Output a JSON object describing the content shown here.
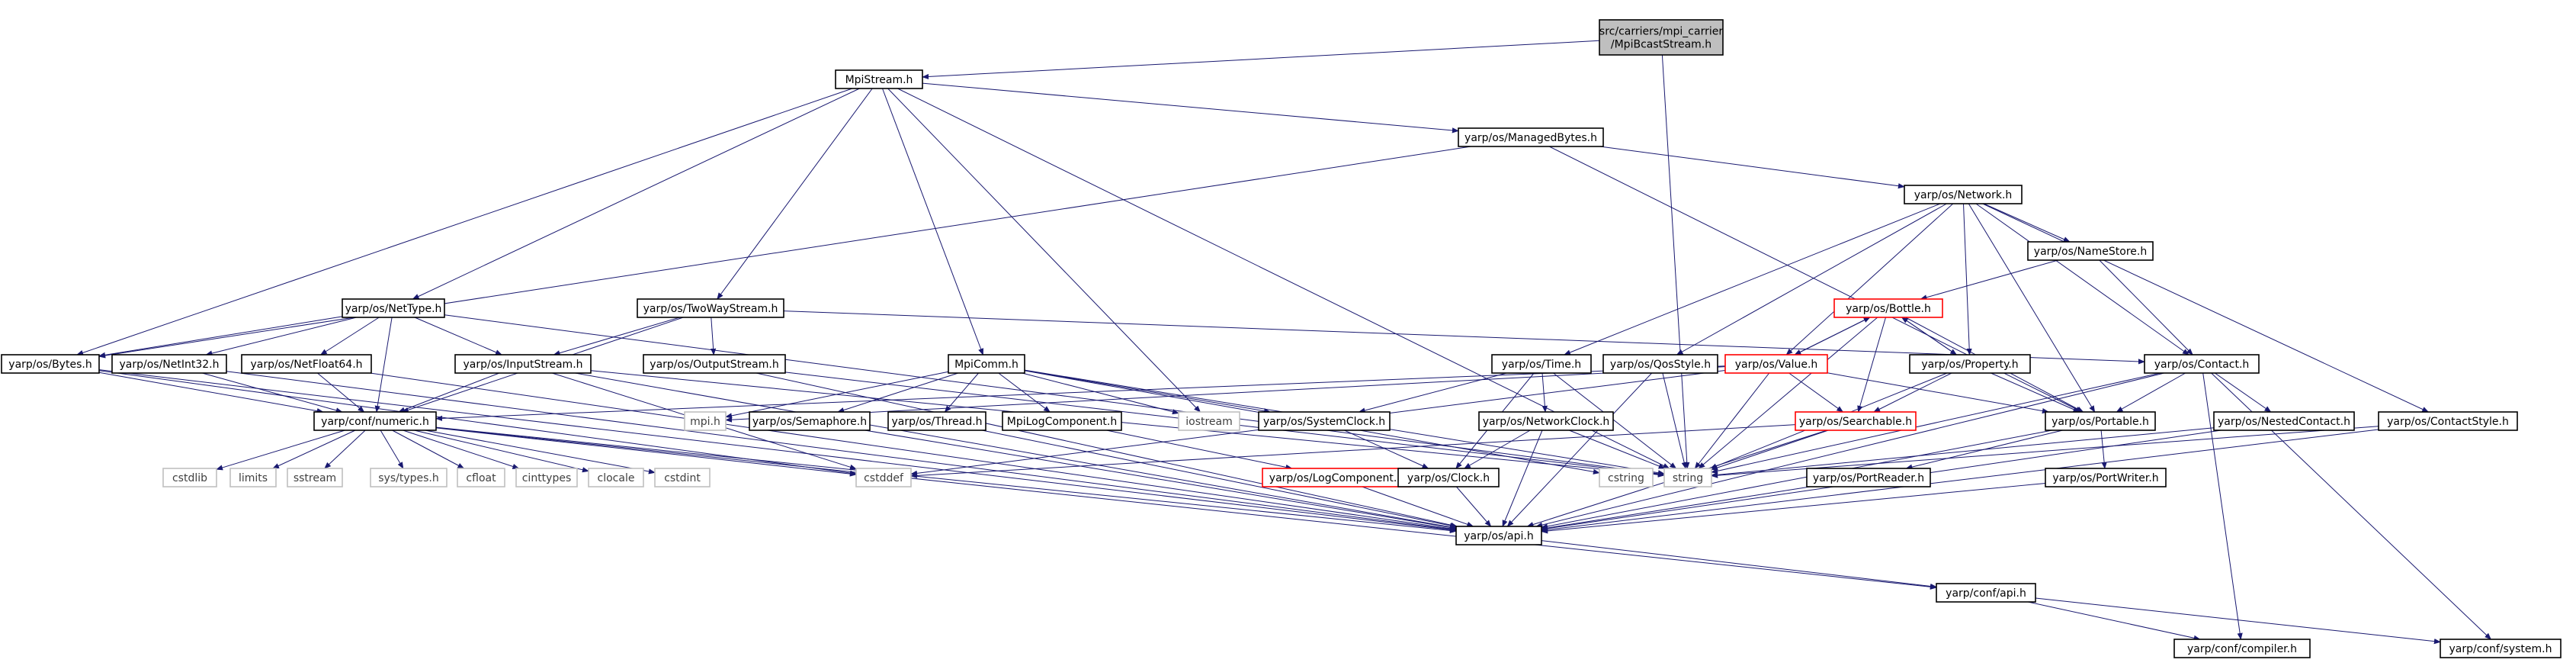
{
  "colors": {
    "edge": "#191970",
    "root_fill": "#bfbfbf",
    "node_fill": "#ffffff",
    "node_stroke": "#000000",
    "system_stroke": "#bfbfbf",
    "system_text": "#404040",
    "truncated_stroke": "#ff0000"
  },
  "nodes": [
    {
      "id": "root",
      "lines": [
        "src/carriers/mpi_carrier",
        "/MpiBcastStream.h"
      ],
      "kind": "root"
    },
    {
      "id": "mpistream",
      "lines": [
        "MpiStream.h"
      ],
      "kind": "normal"
    },
    {
      "id": "managed",
      "lines": [
        "yarp/os/ManagedBytes.h"
      ],
      "kind": "normal"
    },
    {
      "id": "network",
      "lines": [
        "yarp/os/Network.h"
      ],
      "kind": "normal"
    },
    {
      "id": "namestore",
      "lines": [
        "yarp/os/NameStore.h"
      ],
      "kind": "normal"
    },
    {
      "id": "bottle",
      "lines": [
        "yarp/os/Bottle.h"
      ],
      "kind": "truncated"
    },
    {
      "id": "nettype",
      "lines": [
        "yarp/os/NetType.h"
      ],
      "kind": "normal"
    },
    {
      "id": "twoway",
      "lines": [
        "yarp/os/TwoWayStream.h"
      ],
      "kind": "normal"
    },
    {
      "id": "bytes",
      "lines": [
        "yarp/os/Bytes.h"
      ],
      "kind": "normal"
    },
    {
      "id": "netint32",
      "lines": [
        "yarp/os/NetInt32.h"
      ],
      "kind": "normal"
    },
    {
      "id": "netfloat64",
      "lines": [
        "yarp/os/NetFloat64.h"
      ],
      "kind": "normal"
    },
    {
      "id": "inputstream",
      "lines": [
        "yarp/os/InputStream.h"
      ],
      "kind": "normal"
    },
    {
      "id": "outputstream",
      "lines": [
        "yarp/os/OutputStream.h"
      ],
      "kind": "normal"
    },
    {
      "id": "mpicomm",
      "lines": [
        "MpiComm.h"
      ],
      "kind": "normal"
    },
    {
      "id": "time",
      "lines": [
        "yarp/os/Time.h"
      ],
      "kind": "normal"
    },
    {
      "id": "qosstyle",
      "lines": [
        "yarp/os/QosStyle.h"
      ],
      "kind": "normal"
    },
    {
      "id": "value",
      "lines": [
        "yarp/os/Value.h"
      ],
      "kind": "truncated"
    },
    {
      "id": "property",
      "lines": [
        "yarp/os/Property.h"
      ],
      "kind": "normal"
    },
    {
      "id": "contact",
      "lines": [
        "yarp/os/Contact.h"
      ],
      "kind": "normal"
    },
    {
      "id": "numeric",
      "lines": [
        "yarp/conf/numeric.h"
      ],
      "kind": "normal"
    },
    {
      "id": "mpih",
      "lines": [
        "mpi.h"
      ],
      "kind": "system"
    },
    {
      "id": "semaphore",
      "lines": [
        "yarp/os/Semaphore.h"
      ],
      "kind": "normal"
    },
    {
      "id": "thread",
      "lines": [
        "yarp/os/Thread.h"
      ],
      "kind": "normal"
    },
    {
      "id": "mpilog",
      "lines": [
        "MpiLogComponent.h"
      ],
      "kind": "normal"
    },
    {
      "id": "iostream",
      "lines": [
        "iostream"
      ],
      "kind": "system"
    },
    {
      "id": "sysclock",
      "lines": [
        "yarp/os/SystemClock.h"
      ],
      "kind": "normal"
    },
    {
      "id": "netclock",
      "lines": [
        "yarp/os/NetworkClock.h"
      ],
      "kind": "normal"
    },
    {
      "id": "searchable",
      "lines": [
        "yarp/os/Searchable.h"
      ],
      "kind": "truncated"
    },
    {
      "id": "portable",
      "lines": [
        "yarp/os/Portable.h"
      ],
      "kind": "normal"
    },
    {
      "id": "nested",
      "lines": [
        "yarp/os/NestedContact.h"
      ],
      "kind": "normal"
    },
    {
      "id": "contactstyle",
      "lines": [
        "yarp/os/ContactStyle.h"
      ],
      "kind": "normal"
    },
    {
      "id": "cstdlib",
      "lines": [
        "cstdlib"
      ],
      "kind": "system"
    },
    {
      "id": "limits",
      "lines": [
        "limits"
      ],
      "kind": "system"
    },
    {
      "id": "sstream",
      "lines": [
        "sstream"
      ],
      "kind": "system"
    },
    {
      "id": "systypes",
      "lines": [
        "sys/types.h"
      ],
      "kind": "system"
    },
    {
      "id": "cfloat",
      "lines": [
        "cfloat"
      ],
      "kind": "system"
    },
    {
      "id": "cinttypes",
      "lines": [
        "cinttypes"
      ],
      "kind": "system"
    },
    {
      "id": "clocale",
      "lines": [
        "clocale"
      ],
      "kind": "system"
    },
    {
      "id": "cstdint",
      "lines": [
        "cstdint"
      ],
      "kind": "system"
    },
    {
      "id": "cstddef",
      "lines": [
        "cstddef"
      ],
      "kind": "system"
    },
    {
      "id": "logcomp",
      "lines": [
        "yarp/os/LogComponent.h"
      ],
      "kind": "truncated"
    },
    {
      "id": "clock",
      "lines": [
        "yarp/os/Clock.h"
      ],
      "kind": "normal"
    },
    {
      "id": "cstring",
      "lines": [
        "cstring"
      ],
      "kind": "system"
    },
    {
      "id": "string",
      "lines": [
        "string"
      ],
      "kind": "system"
    },
    {
      "id": "portreader",
      "lines": [
        "yarp/os/PortReader.h"
      ],
      "kind": "normal"
    },
    {
      "id": "portwriter",
      "lines": [
        "yarp/os/PortWriter.h"
      ],
      "kind": "normal"
    },
    {
      "id": "api",
      "lines": [
        "yarp/os/api.h"
      ],
      "kind": "normal"
    },
    {
      "id": "confapi",
      "lines": [
        "yarp/conf/api.h"
      ],
      "kind": "normal"
    },
    {
      "id": "compiler",
      "lines": [
        "yarp/conf/compiler.h"
      ],
      "kind": "normal"
    },
    {
      "id": "system",
      "lines": [
        "yarp/conf/system.h"
      ],
      "kind": "normal"
    }
  ],
  "edges": [
    [
      "root",
      "mpistream"
    ],
    [
      "root",
      "string"
    ],
    [
      "mpistream",
      "managed"
    ],
    [
      "mpistream",
      "nettype"
    ],
    [
      "mpistream",
      "twoway"
    ],
    [
      "mpistream",
      "bytes"
    ],
    [
      "mpistream",
      "mpicomm"
    ],
    [
      "mpistream",
      "iostream"
    ],
    [
      "mpistream",
      "string"
    ],
    [
      "managed",
      "bytes"
    ],
    [
      "managed",
      "network"
    ],
    [
      "managed",
      "portable"
    ],
    [
      "network",
      "namestore"
    ],
    [
      "network",
      "time"
    ],
    [
      "network",
      "qosstyle"
    ],
    [
      "network",
      "value"
    ],
    [
      "network",
      "property"
    ],
    [
      "network",
      "contact"
    ],
    [
      "network",
      "portable"
    ],
    [
      "network",
      "contactstyle"
    ],
    [
      "namestore",
      "bottle"
    ],
    [
      "namestore",
      "contact"
    ],
    [
      "bottle",
      "searchable"
    ],
    [
      "bottle",
      "value"
    ],
    [
      "bottle",
      "property"
    ],
    [
      "bottle",
      "portable"
    ],
    [
      "bottle",
      "string"
    ],
    [
      "nettype",
      "bytes"
    ],
    [
      "nettype",
      "netint32"
    ],
    [
      "nettype",
      "netfloat64"
    ],
    [
      "nettype",
      "numeric"
    ],
    [
      "nettype",
      "inputstream"
    ],
    [
      "nettype",
      "string"
    ],
    [
      "twoway",
      "inputstream"
    ],
    [
      "twoway",
      "outputstream"
    ],
    [
      "twoway",
      "contact"
    ],
    [
      "twoway",
      "numeric"
    ],
    [
      "bytes",
      "numeric"
    ],
    [
      "bytes",
      "api"
    ],
    [
      "bytes",
      "cstddef"
    ],
    [
      "netint32",
      "numeric"
    ],
    [
      "netint32",
      "api"
    ],
    [
      "netfloat64",
      "numeric"
    ],
    [
      "netfloat64",
      "api"
    ],
    [
      "inputstream",
      "numeric"
    ],
    [
      "inputstream",
      "api"
    ],
    [
      "inputstream",
      "string"
    ],
    [
      "inputstream",
      "cstddef"
    ],
    [
      "outputstream",
      "string"
    ],
    [
      "outputstream",
      "api"
    ],
    [
      "mpicomm",
      "mpih"
    ],
    [
      "mpicomm",
      "semaphore"
    ],
    [
      "mpicomm",
      "thread"
    ],
    [
      "mpicomm",
      "mpilog"
    ],
    [
      "mpicomm",
      "iostream"
    ],
    [
      "mpicomm",
      "sysclock"
    ],
    [
      "mpicomm",
      "string"
    ],
    [
      "mpicomm",
      "cstring"
    ],
    [
      "time",
      "sysclock"
    ],
    [
      "time",
      "netclock"
    ],
    [
      "time",
      "clock"
    ],
    [
      "time",
      "string"
    ],
    [
      "qosstyle",
      "api"
    ],
    [
      "qosstyle",
      "string"
    ],
    [
      "value",
      "searchable"
    ],
    [
      "value",
      "portable"
    ],
    [
      "value",
      "bottle"
    ],
    [
      "value",
      "numeric"
    ],
    [
      "value",
      "mpih"
    ],
    [
      "value",
      "string"
    ],
    [
      "value",
      "cstddef"
    ],
    [
      "property",
      "searchable"
    ],
    [
      "property",
      "portable"
    ],
    [
      "property",
      "bottle"
    ],
    [
      "property",
      "string"
    ],
    [
      "contact",
      "portable"
    ],
    [
      "contact",
      "nested"
    ],
    [
      "contact",
      "api"
    ],
    [
      "contact",
      "string"
    ],
    [
      "contact",
      "compiler"
    ],
    [
      "contact",
      "system"
    ],
    [
      "numeric",
      "cstdlib"
    ],
    [
      "numeric",
      "limits"
    ],
    [
      "numeric",
      "sstream"
    ],
    [
      "numeric",
      "systypes"
    ],
    [
      "numeric",
      "cfloat"
    ],
    [
      "numeric",
      "cinttypes"
    ],
    [
      "numeric",
      "clocale"
    ],
    [
      "numeric",
      "cstdint"
    ],
    [
      "numeric",
      "cstddef"
    ],
    [
      "numeric",
      "api"
    ],
    [
      "numeric",
      "confapi"
    ],
    [
      "semaphore",
      "api"
    ],
    [
      "thread",
      "api"
    ],
    [
      "mpilog",
      "logcomp"
    ],
    [
      "sysclock",
      "clock"
    ],
    [
      "netclock",
      "clock"
    ],
    [
      "netclock",
      "api"
    ],
    [
      "netclock",
      "string"
    ],
    [
      "searchable",
      "api"
    ],
    [
      "searchable",
      "string"
    ],
    [
      "searchable",
      "cstddef"
    ],
    [
      "portable",
      "portreader"
    ],
    [
      "portable",
      "portwriter"
    ],
    [
      "portable",
      "api"
    ],
    [
      "nested",
      "api"
    ],
    [
      "nested",
      "string"
    ],
    [
      "contactstyle",
      "api"
    ],
    [
      "contactstyle",
      "string"
    ],
    [
      "logcomp",
      "api"
    ],
    [
      "clock",
      "api"
    ],
    [
      "portreader",
      "api"
    ],
    [
      "portwriter",
      "api"
    ],
    [
      "api",
      "confapi"
    ],
    [
      "confapi",
      "compiler"
    ],
    [
      "confapi",
      "system"
    ]
  ]
}
